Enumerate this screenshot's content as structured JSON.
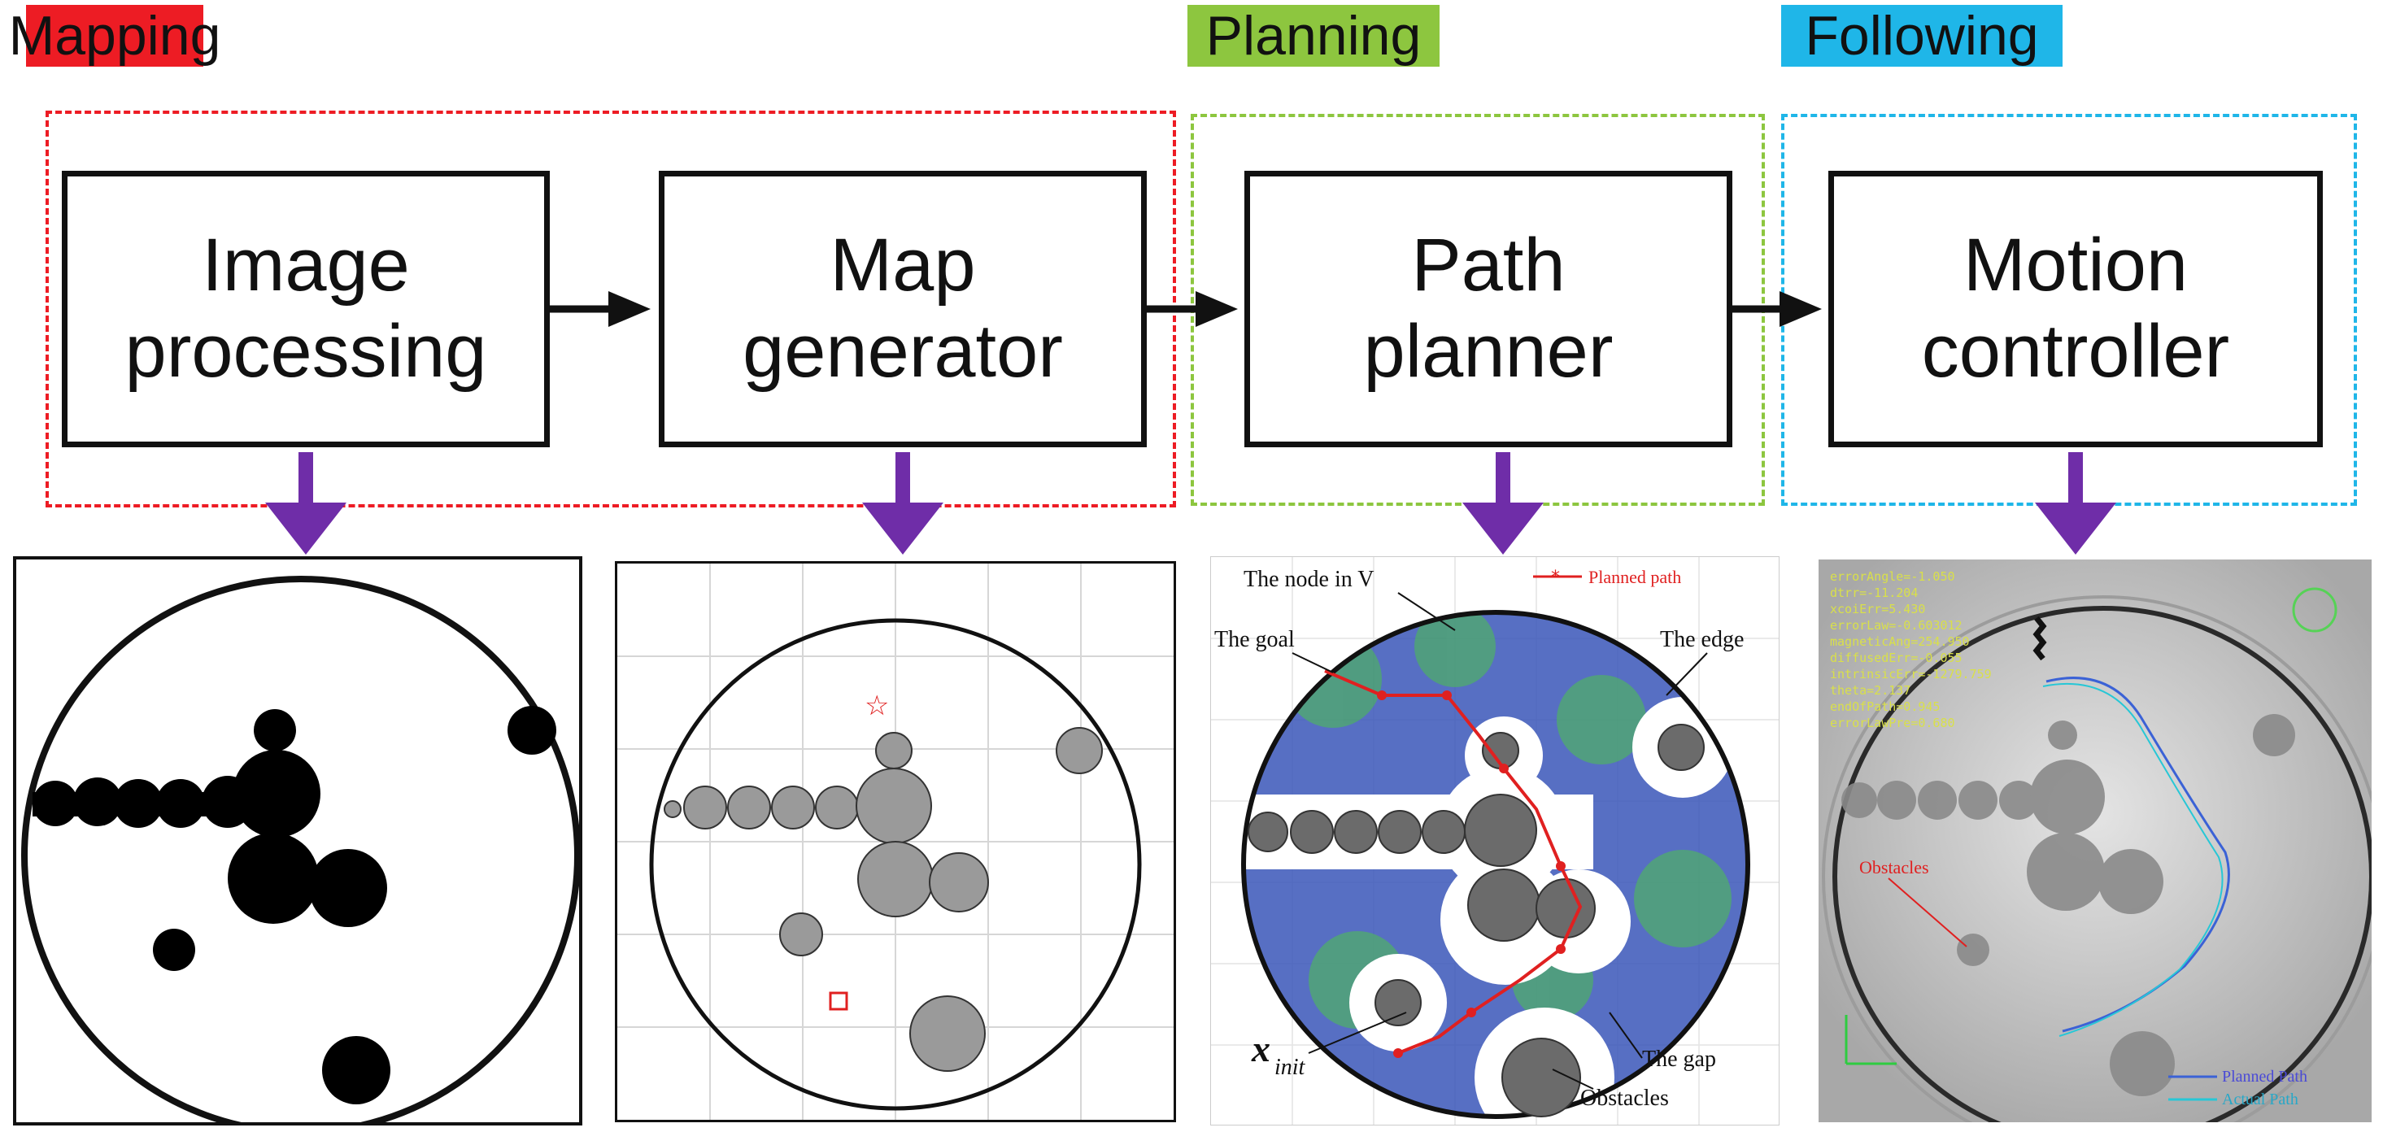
{
  "stages": {
    "mapping": {
      "label": "Mapping",
      "color": "#ed1c24"
    },
    "planning": {
      "label": "Planning",
      "color": "#8dc63f"
    },
    "following": {
      "label": "Following",
      "color": "#1fb6e8"
    }
  },
  "blocks": [
    {
      "line1": "Image",
      "line2": "processing"
    },
    {
      "line1": "Map",
      "line2": "generator"
    },
    {
      "line1": "Path",
      "line2": "planner"
    },
    {
      "line1": "Motion",
      "line2": "controller"
    }
  ],
  "arrow_color": "#6f2da8",
  "planner_panel": {
    "legend": "Planned path",
    "node": "The node in V",
    "goal": "The goal",
    "edge": "The edge",
    "xinit": "x",
    "xinit_sub": "init",
    "gap": "The gap",
    "obstacles": "Obstacles"
  },
  "controller_panel": {
    "obstacles_label": "Obstacles",
    "legend_planned": "Planned Path",
    "legend_actual": "Actual Path",
    "readouts": [
      "errorAngle=-1.050",
      "dtrr=-11.204",
      "xcoiErr=5.430",
      "errorLaw=-0.603012",
      "magneticAng=254.950",
      "diffusedErr=-0.055",
      "intrinsicErr=-1279.759",
      "theta=2.137",
      "endOfPath=0.945",
      "errorLawPre=0.680"
    ]
  }
}
